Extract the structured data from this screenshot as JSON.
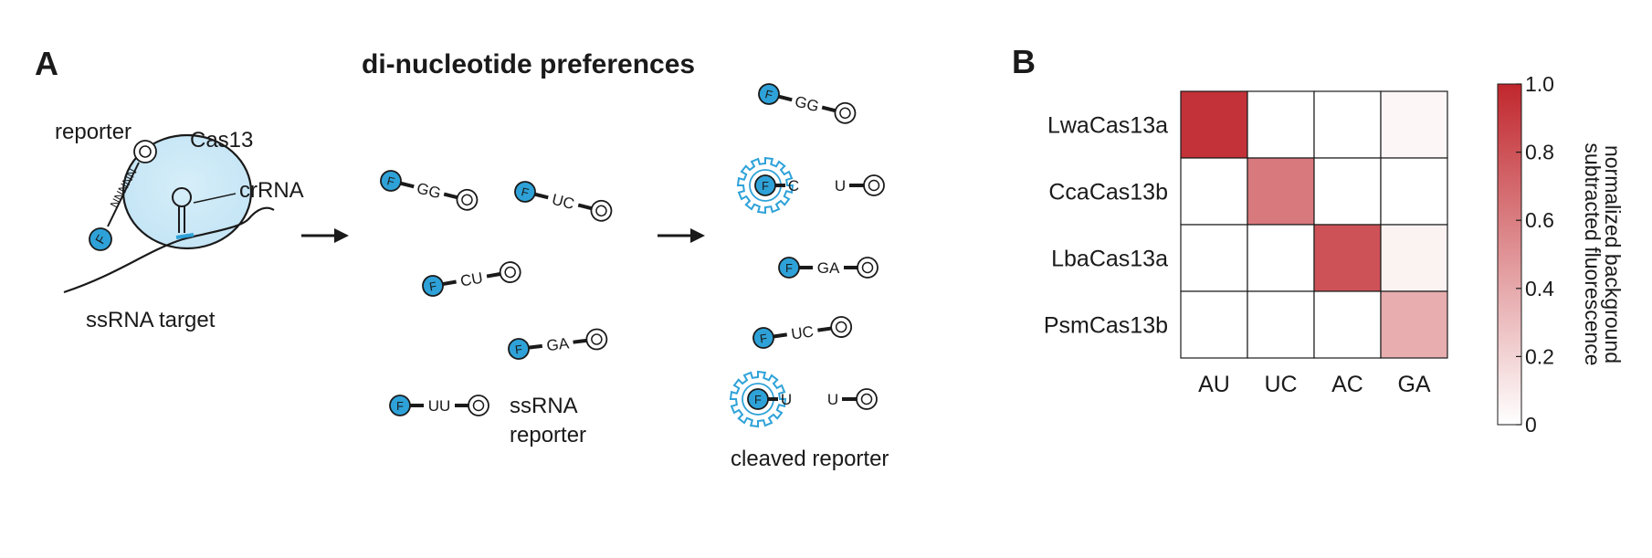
{
  "panel_a": {
    "label": "A",
    "title": "di-nucleotide preferences",
    "setup": {
      "reporter_label": "reporter",
      "reporter_seq": "NNNNN",
      "cas_label": "Cas13",
      "crrna_label": "crRNA",
      "target_label": "ssRNA target",
      "fluor": "F",
      "quencher": "Q"
    },
    "reporters": [
      {
        "seq": "GG"
      },
      {
        "seq": "UC"
      },
      {
        "seq": "CU"
      },
      {
        "seq": "GA"
      },
      {
        "seq": "UU"
      }
    ],
    "reporters_label_1": "ssRNA",
    "reporters_label_2": "reporter",
    "results": [
      {
        "seq": "GG",
        "cleaved": false
      },
      {
        "left": "C",
        "right": "U",
        "cleaved": true
      },
      {
        "seq": "GA",
        "cleaved": false
      },
      {
        "seq": "UC",
        "cleaved": false
      },
      {
        "left": "U",
        "right": "U",
        "cleaved": true
      }
    ],
    "cleaved_label": "cleaved reporter",
    "colors": {
      "fluor": "#2ea2d8",
      "cut": "#2ea2d8"
    }
  },
  "panel_b": {
    "label": "B",
    "chart_data": {
      "type": "heatmap",
      "rows": [
        "LwaCas13a",
        "CcaCas13b",
        "LbaCas13a",
        "PsmCas13b"
      ],
      "columns": [
        "AU",
        "UC",
        "AC",
        "GA"
      ],
      "values": [
        [
          0.95,
          0.0,
          0.0,
          0.04
        ],
        [
          0.0,
          0.62,
          0.0,
          0.0
        ],
        [
          0.0,
          0.0,
          0.8,
          0.06
        ],
        [
          0.0,
          0.0,
          0.0,
          0.38
        ]
      ],
      "colorbar": {
        "min": 0,
        "max": 1.0,
        "ticks": [
          "0",
          "0.2",
          "0.4",
          "0.6",
          "0.8",
          "1.0"
        ],
        "label_line1": "normalized background",
        "label_line2": "subtracted fluorescence",
        "colors": [
          "#ffffff",
          "#c0272d"
        ]
      }
    }
  }
}
